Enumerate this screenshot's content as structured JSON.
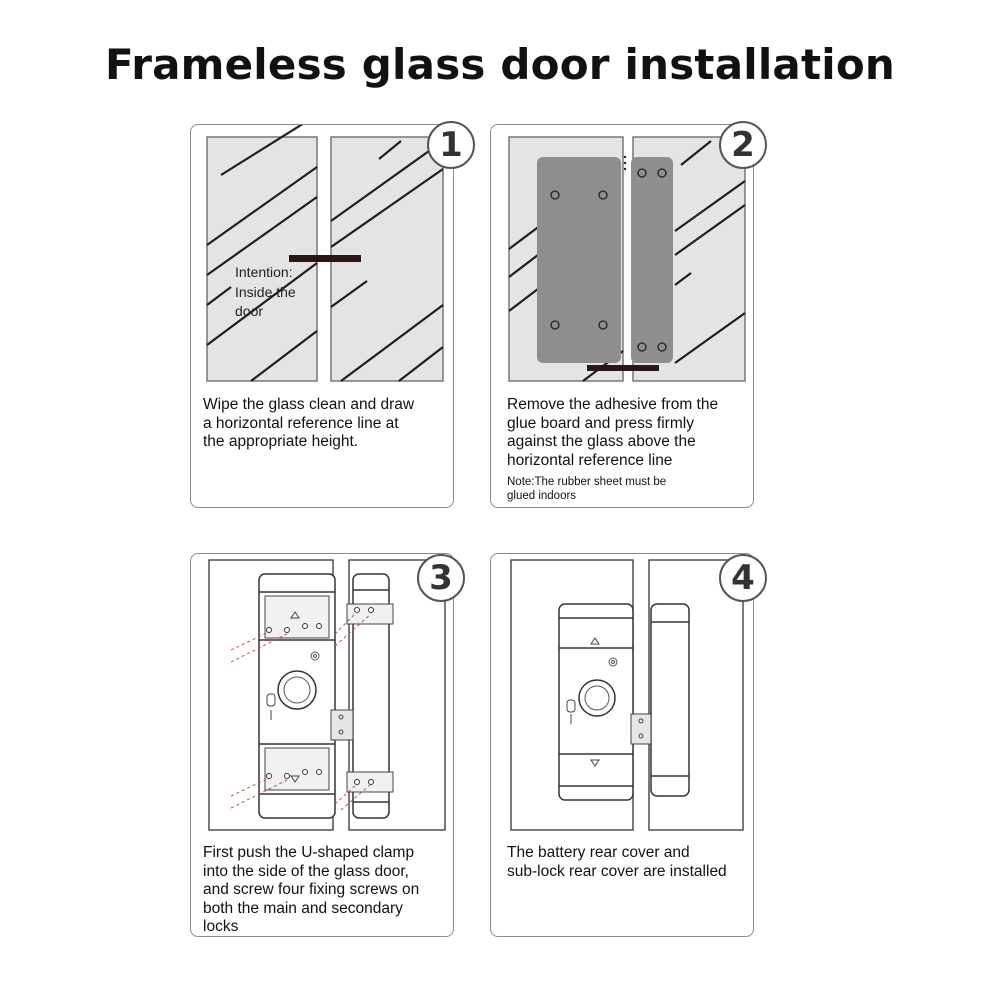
{
  "title": "Frameless glass door installation",
  "steps": [
    {
      "number": "1",
      "annotation": "Intention:\nInside the\ndoor",
      "description": "Wipe the glass clean and draw\na horizontal reference line at\nthe appropriate height."
    },
    {
      "number": "2",
      "description": "Remove the adhesive from the\nglue board and press firmly\nagainst the glass above the\nhorizontal reference line",
      "note": "Note:The rubber sheet must be\nglued indoors"
    },
    {
      "number": "3",
      "description": "First push the U-shaped clamp\ninto the side of the glass door,\nand screw four fixing screws on\nboth the main and secondary\nlocks"
    },
    {
      "number": "4",
      "description": "The battery rear cover and\nsub-lock rear cover are installed"
    }
  ],
  "colors": {
    "glass": "#e4e4e4",
    "glue_board": "#8e8e8e",
    "reference_line": "#2a1614",
    "frame": "#8a8a8a",
    "screw_guide": "#d24a4a"
  }
}
